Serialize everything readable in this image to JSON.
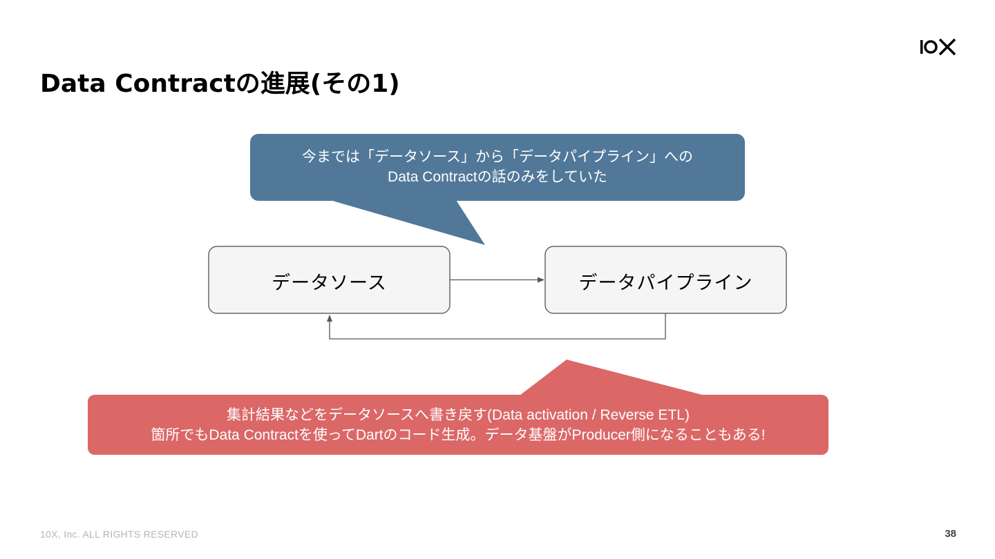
{
  "slide": {
    "title": "Data Contractの進展(その1)",
    "logo_text": "10X",
    "footer": "10X, Inc. ALL RIGHTS RESERVED",
    "page_number": "38"
  },
  "diagram": {
    "box_source": "データソース",
    "box_pipeline": "データパイプライン",
    "callout_top": {
      "line1": "今までは「データソース」から「データパイプライン」への",
      "line2": "Data Contractの話のみをしていた",
      "color": "#517899"
    },
    "callout_bottom": {
      "line1": "集計結果などをデータソースへ書き戻す(Data activation / Reverse ETL)",
      "line2": "箇所でもData Contractを使ってDartのコード生成。データ基盤がProducer側になることもある!",
      "color": "#db6767"
    }
  }
}
